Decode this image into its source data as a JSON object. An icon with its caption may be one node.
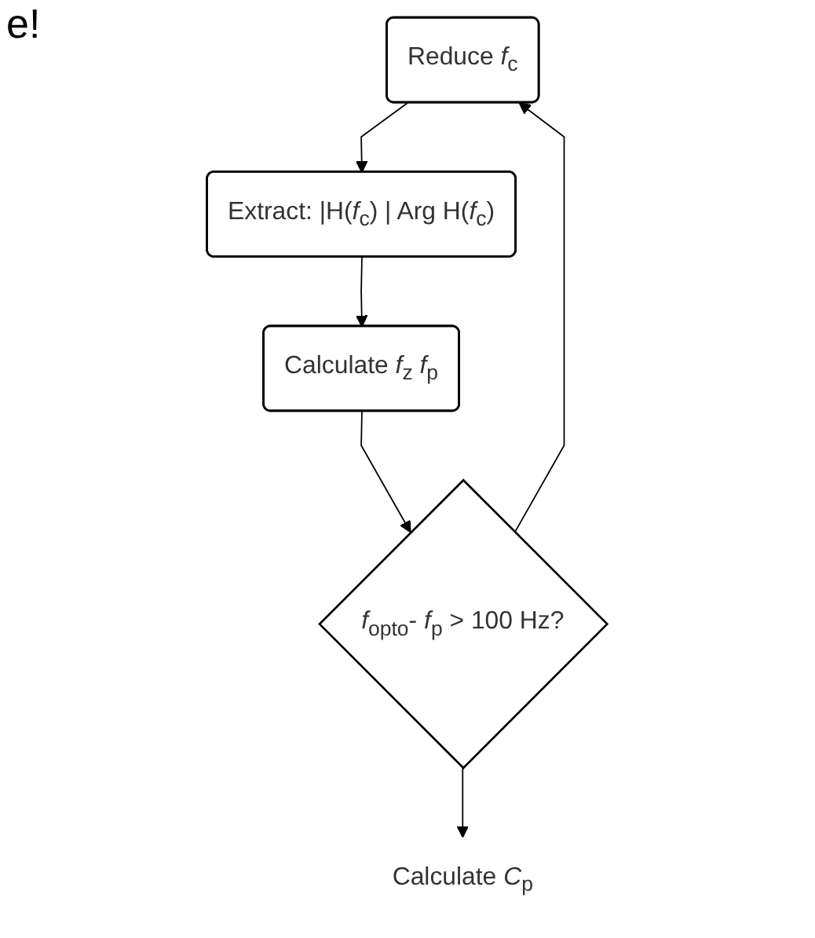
{
  "diagram": {
    "nodes": [
      {
        "text": [
          "Reduce *f*$_{c}$"
        ]
      },
      {
        "text": [
          "Extract: |H(*f*$_{c}$) | Arg H(*f*$_{c}$)"
        ]
      },
      {
        "text": [
          "Calculate *f*$_{z}$ *f*$_{p}$"
        ]
      },
      {
        "text": [
          "*f*$_{opto}$- *f*$_{p}$ > 100 Hz?"
        ]
      },
      {
        "text": [
          "Calculate *C*$_{p}$"
        ]
      }
    ],
    "edges": [
      {
        "from": 0,
        "to": 1,
        "arrow": "to"
      },
      {
        "from": 1,
        "to": 2,
        "arrow": "to"
      },
      {
        "from": 2,
        "to": 3,
        "arrow": "to"
      },
      {
        "from": 3,
        "to": 4,
        "arrow": "to"
      },
      {
        "from": 3,
        "to": 0,
        "arrow": "to"
      }
    ],
    "labels": [
      "e!"
    ]
  }
}
